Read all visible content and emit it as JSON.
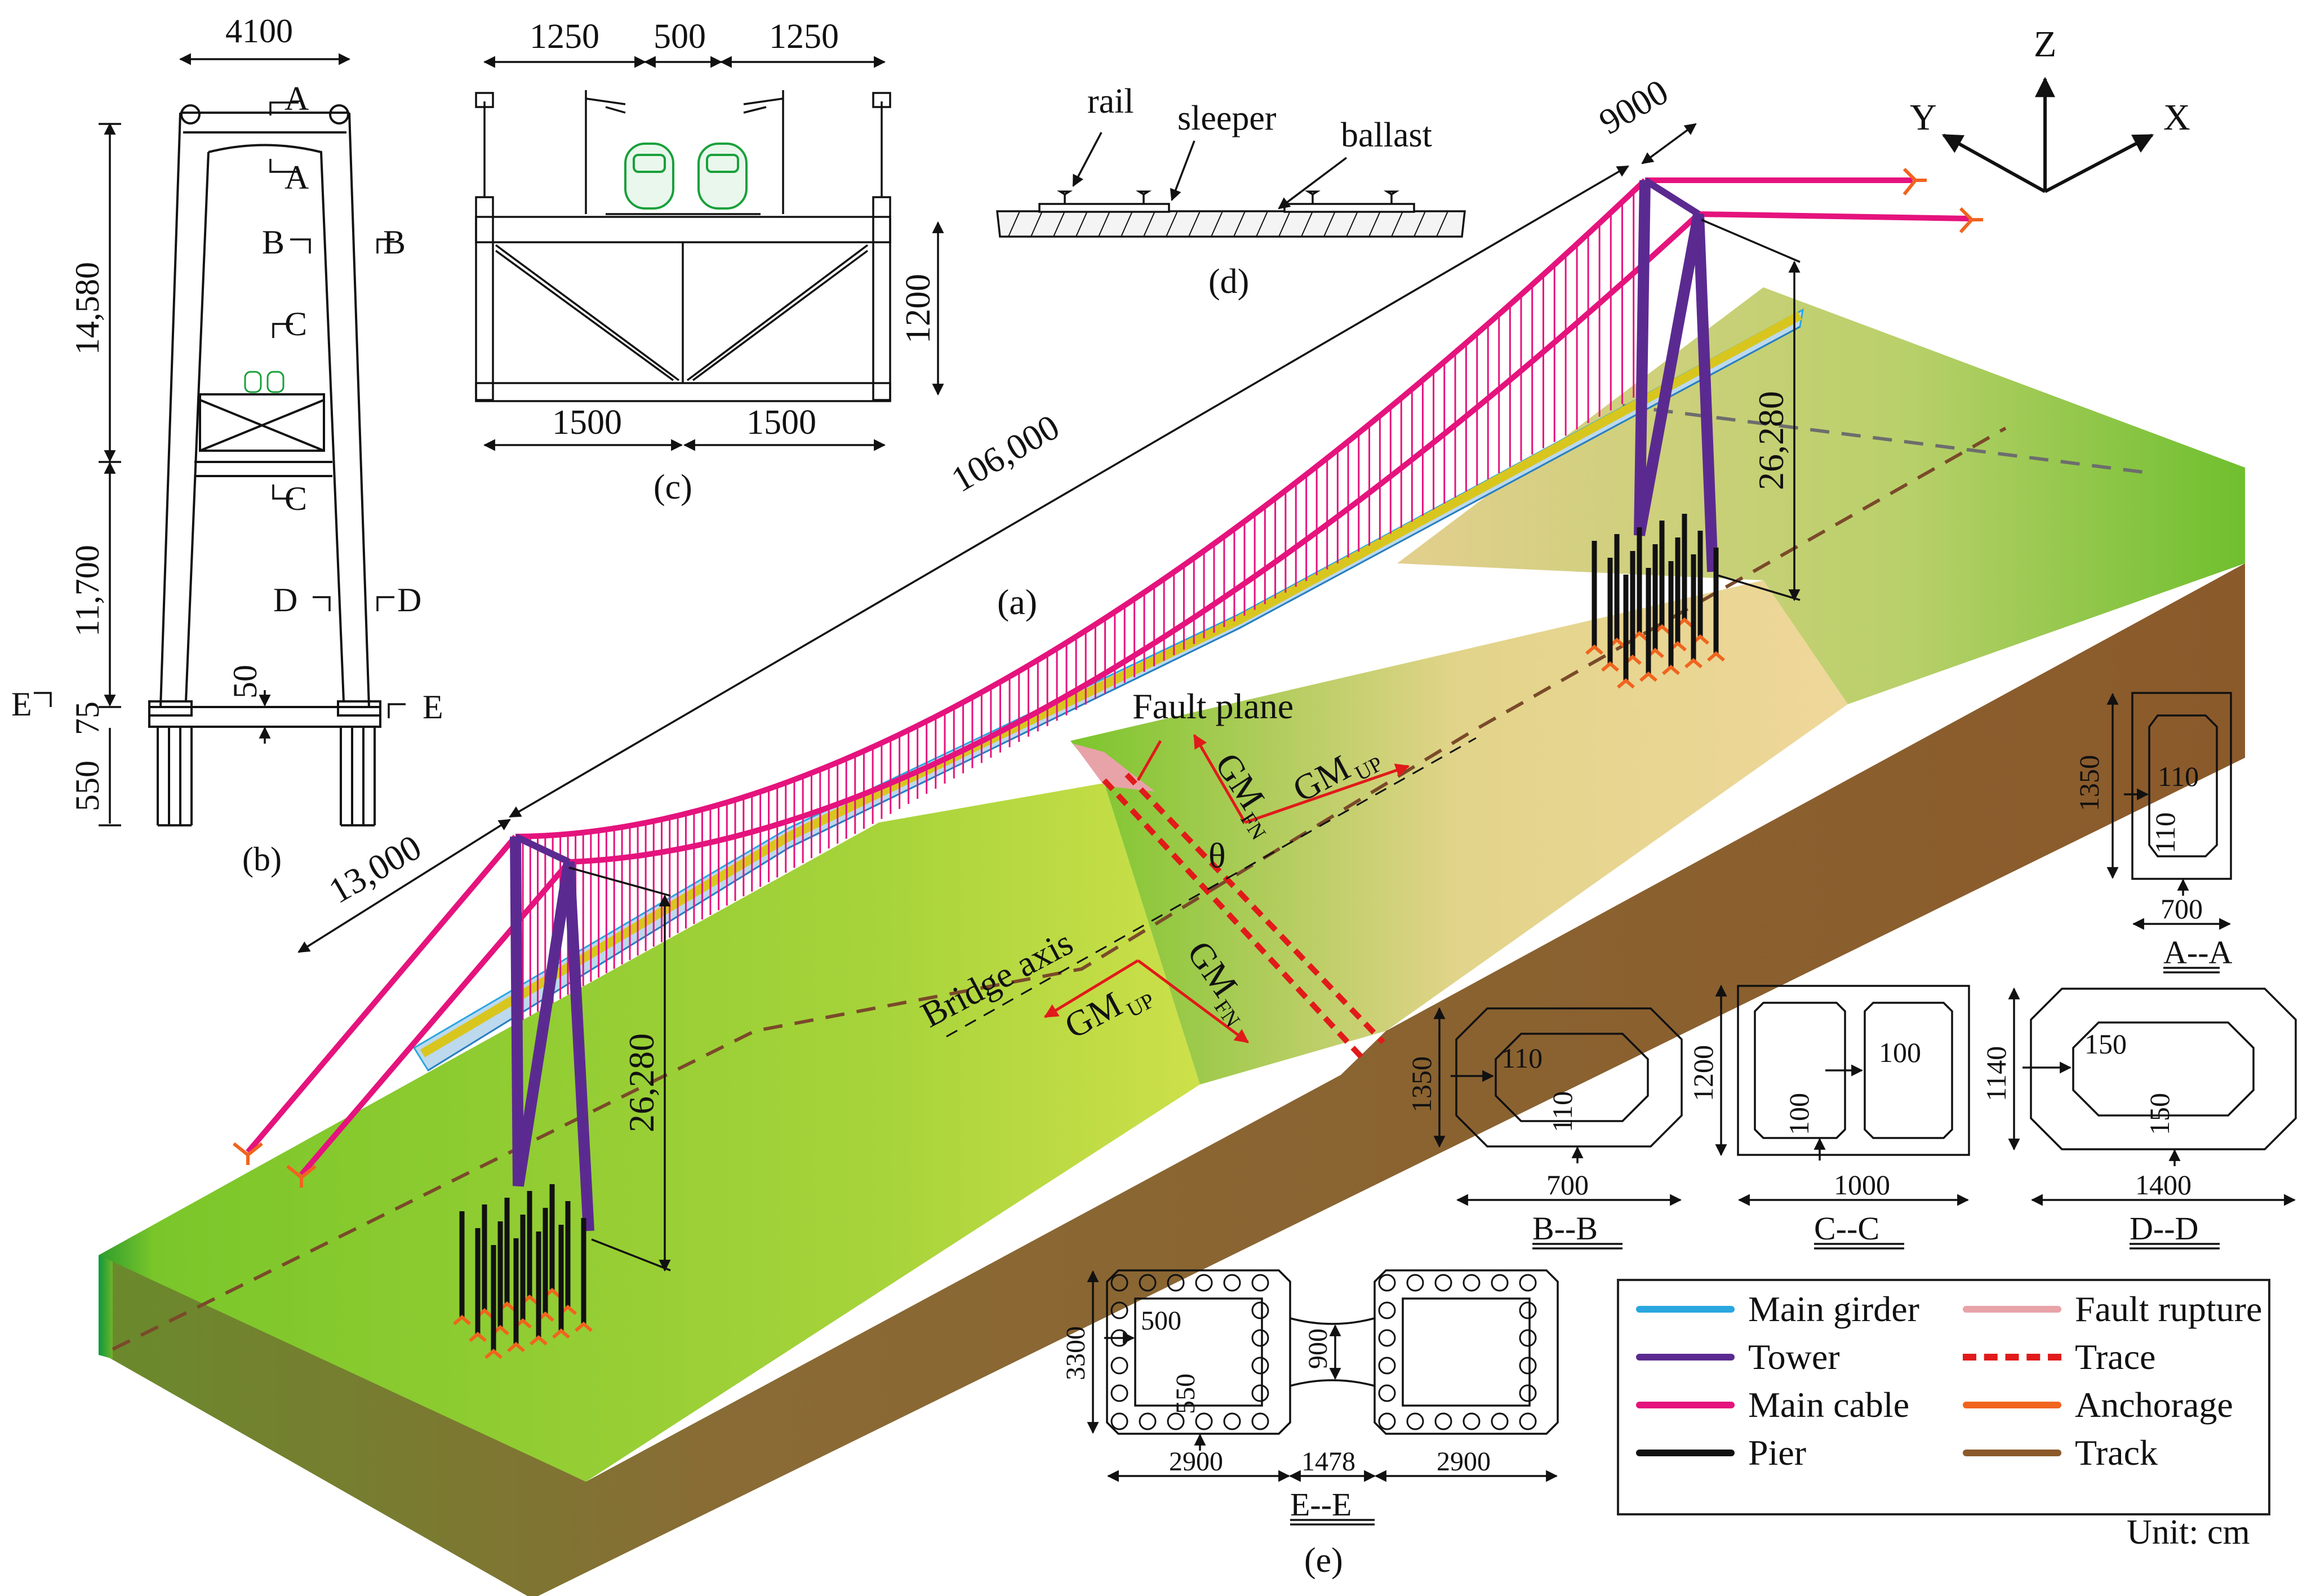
{
  "panels": {
    "a": "(a)",
    "b": "(b)",
    "c": "(c)",
    "d": "(d)",
    "e": "(e)"
  },
  "axes": {
    "z": "Z",
    "y": "Y",
    "x": "X"
  },
  "panel_a": {
    "dim_span": "106,000",
    "dim_side_span": "13,000",
    "dim_backstay": "9000",
    "dim_tower_left": "26,280",
    "dim_tower_right": "26,280",
    "fault_plane": "Fault plane",
    "bridge_axis": "Bridge axis",
    "gm_fn": "GM",
    "gm_fn_sub": "FN",
    "gm_up": "GM",
    "gm_up_sub": "UP",
    "theta": "θ"
  },
  "panel_b": {
    "dim_width": "4100",
    "dim_upper": "14,580",
    "dim_lower": "11,700",
    "dim_cap": "75",
    "dim_pile": "550",
    "dim_50": "50",
    "sec_a": "A",
    "sec_b": "B",
    "sec_c": "C",
    "sec_d": "D",
    "sec_e": "E"
  },
  "panel_c": {
    "dim_top_left": "1250",
    "dim_top_mid": "500",
    "dim_top_right": "1250",
    "dim_height": "1200",
    "dim_bot_left": "1500",
    "dim_bot_right": "1500"
  },
  "panel_d": {
    "rail": "rail",
    "sleeper": "sleeper",
    "ballast": "ballast"
  },
  "sections": {
    "aa": {
      "title": "A--A",
      "h": "1350",
      "w": "700",
      "t1": "110",
      "t2": "110"
    },
    "bb": {
      "title": "B--B",
      "h": "1350",
      "w": "700",
      "t1": "110",
      "t2": "110"
    },
    "cc": {
      "title": "C--C",
      "h": "1200",
      "w": "1000",
      "t1": "100",
      "t2": "100"
    },
    "dd": {
      "title": "D--D",
      "h": "1140",
      "w": "1400",
      "t1": "150",
      "t2": "150"
    },
    "ee": {
      "title": "E--E",
      "h": "3300",
      "w1": "2900",
      "w2": "1478",
      "w3": "2900",
      "t1": "500",
      "t2": "550",
      "t3": "900"
    }
  },
  "legend": {
    "items": [
      {
        "label": "Main girder",
        "color": "#2aa7df",
        "style": "solid"
      },
      {
        "label": "Fault rupture",
        "color": "#e8a3a8",
        "style": "solid"
      },
      {
        "label": "Tower",
        "color": "#5b2a91",
        "style": "solid"
      },
      {
        "label": "Trace",
        "color": "#e11a1a",
        "style": "dashed"
      },
      {
        "label": "Main cable",
        "color": "#e5137d",
        "style": "solid"
      },
      {
        "label": "Anchorage",
        "color": "#f0641e",
        "style": "solid"
      },
      {
        "label": "Pier",
        "color": "#111111",
        "style": "solid"
      },
      {
        "label": "Track",
        "color": "#8b5a2b",
        "style": "solid"
      }
    ]
  },
  "unit": "Unit: cm"
}
